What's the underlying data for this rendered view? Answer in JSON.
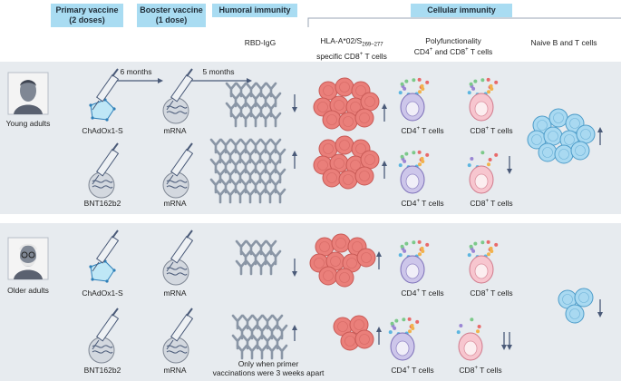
{
  "headers": {
    "primary_vaccine_l1": "Primary vaccine",
    "primary_vaccine_l2": "(2 doses)",
    "booster_vaccine_l1": "Booster vaccine",
    "booster_vaccine_l2": "(1 dose)",
    "humoral_immunity": "Humoral immunity",
    "cellular_immunity": "Cellular immunity"
  },
  "columns": {
    "rbd_igg": "RBD-IgG",
    "hla_l1_a": "HLA-A*02/S",
    "hla_l1_sub": "269–277",
    "hla_l2_a": "specific CD8",
    "hla_l2_sup": "+",
    "hla_l2_b": " T cells",
    "poly_l1": "Polyfunctionality",
    "poly_l2_a": "CD4",
    "poly_l2_sup1": "+",
    "poly_l2_b": " and CD8",
    "poly_l2_sup2": "+",
    "poly_l2_c": " T cells",
    "naive": "Naive B and T cells"
  },
  "intervals": {
    "six_months": "6 months",
    "five_months": "5 months"
  },
  "groups": {
    "young": "Young adults",
    "older": "Older adults"
  },
  "vaccines": {
    "chadox": "ChAdOx1-S",
    "bnt": "BNT162b2",
    "mrna": "mRNA"
  },
  "cells": {
    "cd4_a": "CD4",
    "cd8_a": "CD8",
    "sup": "+",
    "tcells": " T cells"
  },
  "notes": {
    "primer_l1": "Only when primer",
    "primer_l2": "vaccinations were 3 weeks apart"
  },
  "colors": {
    "panel_bg": "#e7ebef",
    "header_bg": "#a9dcf2",
    "arrow": "#4a5a78",
    "antibody": "#8a96a6",
    "red_cell": "#ea7f7a",
    "cd4_cell": "#cdc6ea",
    "cd8_cell": "#f7c6cf",
    "naive_cell": "#a9d9f1"
  }
}
